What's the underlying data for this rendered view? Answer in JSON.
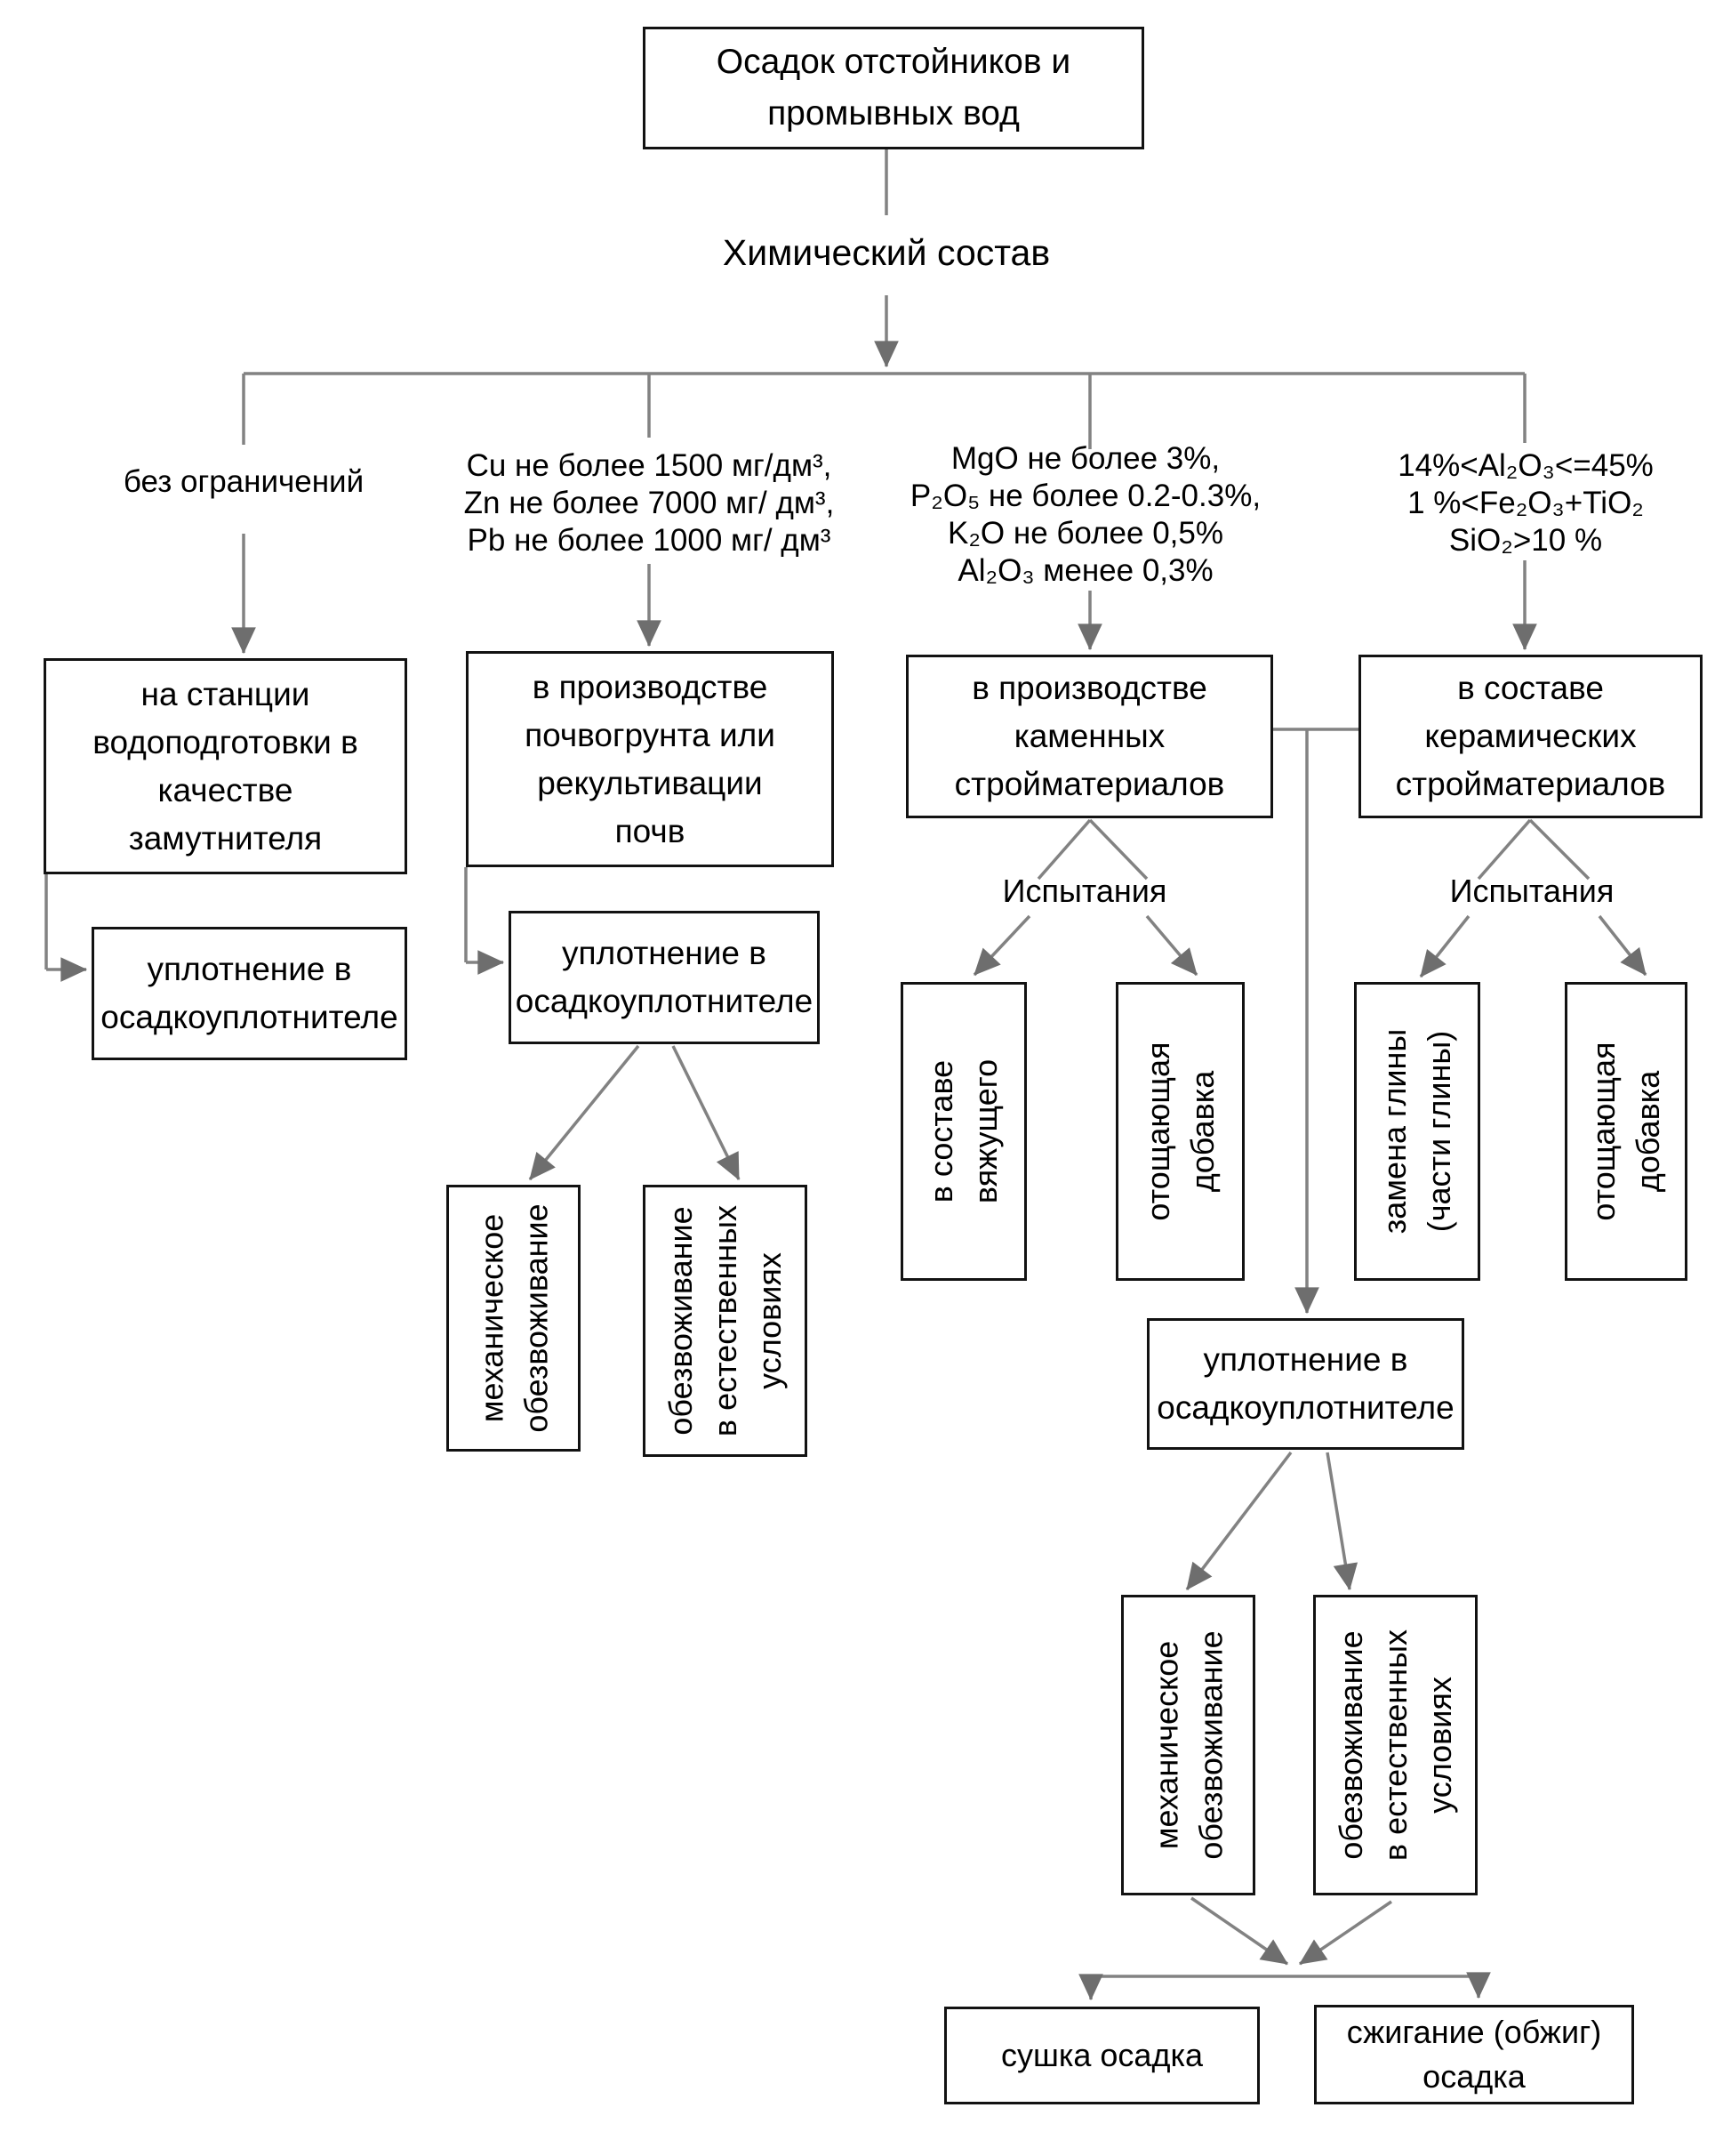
{
  "top_box": {
    "lines": [
      "Осадок отстойников и",
      "промывных вод"
    ]
  },
  "chem_label": "Химический состав",
  "conditions": {
    "c1": {
      "lines": [
        "без ограничений"
      ]
    },
    "c2": {
      "lines": [
        "Cu не более 1500 мг/дм³,",
        "Zn не более 7000 мг/ дм³,",
        "Pb не более 1000 мг/ дм³"
      ]
    },
    "c3": {
      "lines": [
        "MgO не более 3%,",
        "P₂O₅ не более 0.2-0.3%,",
        "K₂O не более 0,5%",
        "Al₂O₃ менее 0,3%"
      ]
    },
    "c4": {
      "lines": [
        "14%<Al₂O₃<=45%",
        "1 %<Fe₂O₃+TiO₂",
        "SiO₂>10 %"
      ]
    }
  },
  "boxes": {
    "station": {
      "lines": [
        "на станции",
        "водоподготовки в",
        "качестве",
        "замутнителя"
      ]
    },
    "soil": {
      "lines": [
        "в производстве",
        "почвогрунта или",
        "рекультивации",
        "почв"
      ]
    },
    "stone": {
      "lines": [
        "в производстве",
        "каменных",
        "стройматериалов"
      ]
    },
    "ceramic": {
      "lines": [
        "в составе",
        "керамических",
        "стройматериалов"
      ]
    },
    "compact1": {
      "lines": [
        "уплотнение в",
        "осадкоуплотнителе"
      ]
    },
    "compact2": {
      "lines": [
        "уплотнение в",
        "осадкоуплотнителе"
      ]
    },
    "compact3": {
      "lines": [
        "уплотнение в",
        "осадкоуплотнителе"
      ]
    },
    "mech1": {
      "lines": [
        "механическое",
        "обезвоживание"
      ]
    },
    "natural1": {
      "lines": [
        "обезвоживание",
        "в естественных",
        "условиях"
      ]
    },
    "binder": {
      "lines": [
        "в составе",
        "вяжущего"
      ]
    },
    "lean1": {
      "lines": [
        "отощающая",
        "добавка"
      ]
    },
    "clay": {
      "lines": [
        "замена глины",
        "(части глины)"
      ]
    },
    "lean2": {
      "lines": [
        "отощающая",
        "добавка"
      ]
    },
    "mech2": {
      "lines": [
        "механическое",
        "обезвоживание"
      ]
    },
    "natural2": {
      "lines": [
        "обезвоживание",
        "в естественных",
        "условиях"
      ]
    },
    "drying": {
      "lines": [
        "сушка осадка"
      ]
    },
    "burning": {
      "lines": [
        "сжигание (обжиг)",
        "осадка"
      ]
    }
  },
  "labels": {
    "tests1": "Испытания",
    "tests2": "Испытания"
  },
  "colors": {
    "line": "#828282",
    "arrow": "#6e6e6e",
    "border": "#121212",
    "text": "#000000",
    "bg": "#ffffff"
  }
}
